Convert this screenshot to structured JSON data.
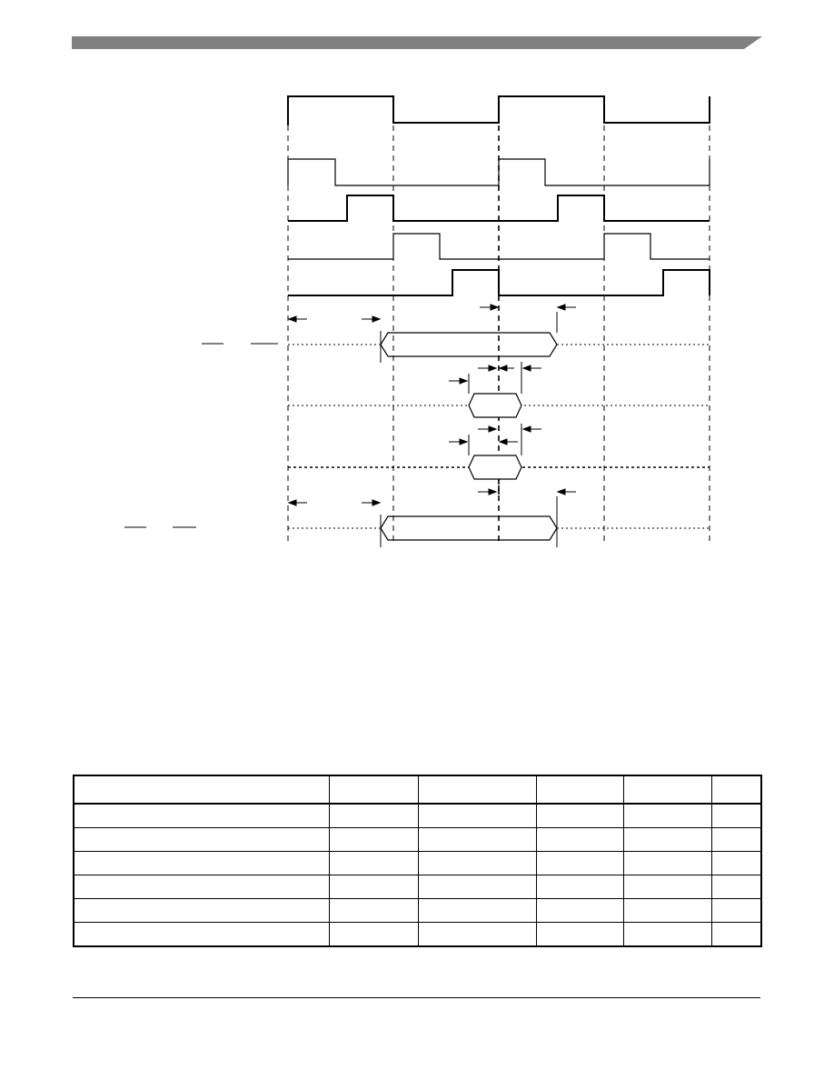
{
  "header": {
    "bar_color": "#808080"
  },
  "timing_diagram": {
    "waveforms": [
      {
        "id": "clock-main"
      },
      {
        "id": "phase-1"
      },
      {
        "id": "phase-2"
      },
      {
        "id": "phase-3"
      },
      {
        "id": "phase-4"
      }
    ],
    "buses": [
      {
        "id": "address-bus"
      },
      {
        "id": "data-bus-1"
      },
      {
        "id": "data-bus-2"
      },
      {
        "id": "control-bus"
      }
    ]
  },
  "spec_table": {
    "column_count": 6,
    "body_row_count": 6
  },
  "footer": {}
}
